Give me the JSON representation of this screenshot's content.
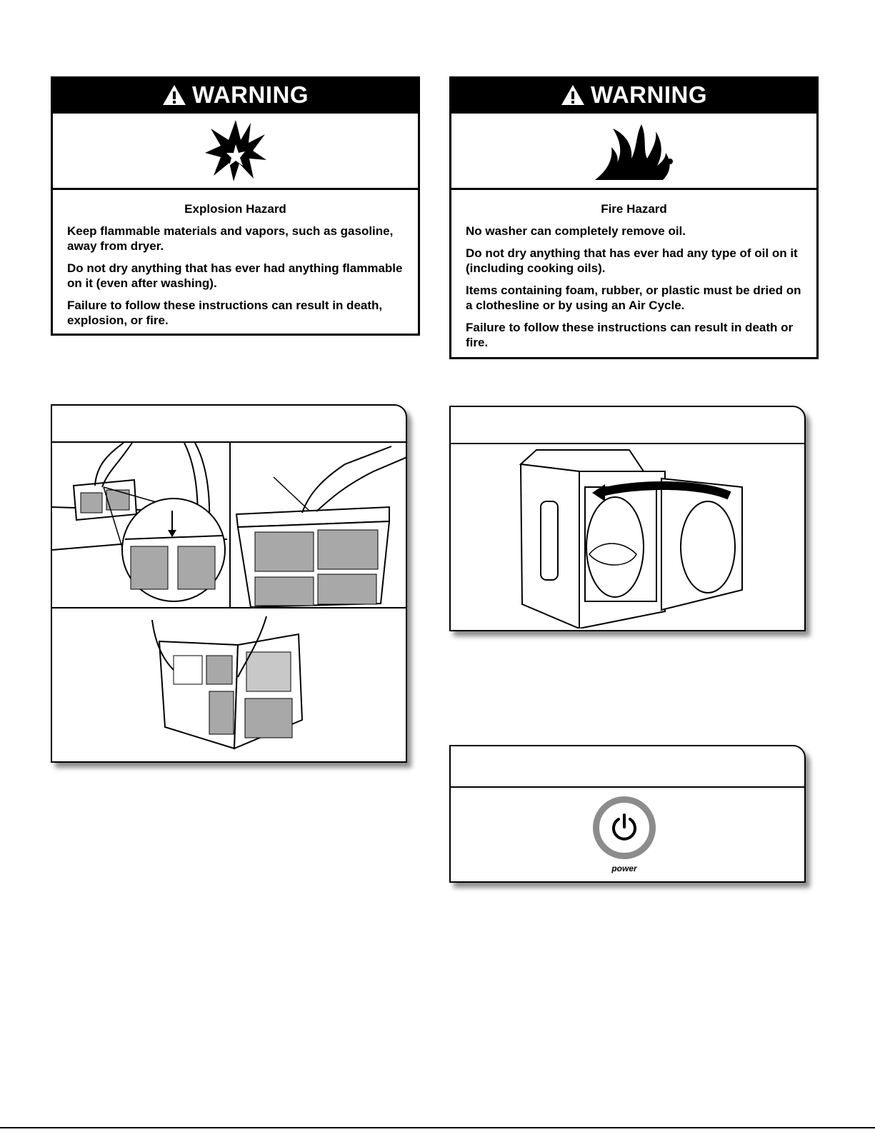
{
  "warnings": [
    {
      "heading": "WARNING",
      "symbol": "explosion-icon",
      "hazard": "Explosion Hazard",
      "lines": [
        "Keep flammable materials and vapors, such as gasoline, away from dryer.",
        "Do not dry anything that has ever had anything flammable on it (even after washing).",
        "Failure to follow these instructions can result in death, explosion, or fire."
      ]
    },
    {
      "heading": "WARNING",
      "symbol": "fire-icon",
      "hazard": "Fire Hazard",
      "lines": [
        "No washer can completely remove oil.",
        "Do not dry anything that has ever had any type of oil on it (including cooking oils).",
        "Items containing foam, rubber, or plastic must be dried on a clothesline or by using an Air Cycle.",
        "Failure to follow these instructions can result in death or fire."
      ]
    }
  ],
  "power_panel": {
    "label": "power"
  },
  "colors": {
    "banner": "#000000",
    "filter_gray": "#a8a8a8",
    "power_ring": "#8c8c8c"
  }
}
